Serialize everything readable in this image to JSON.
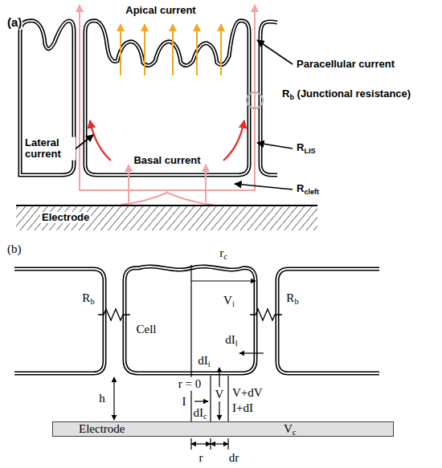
{
  "diagram": {
    "nodes": [
      {
        "text": [
          "Electrode"
        ]
      },
      {
        "text": [
          "Electrode",
          "Vc"
        ]
      }
    ],
    "labels": [
      "(a)",
      "Apical current",
      "Paracellular current",
      "Rb (Junctional resistance)",
      "Lateral current",
      "Basal current",
      "RLIS",
      "Rcleft",
      "(b)",
      "rc",
      "Rb",
      "Rb",
      "Vi",
      "Cell",
      "dIl",
      "dIi",
      "r = 0",
      "h",
      "I",
      "V",
      "V+dV",
      "I+dI",
      "dIc",
      "r",
      "dr"
    ]
  }
}
